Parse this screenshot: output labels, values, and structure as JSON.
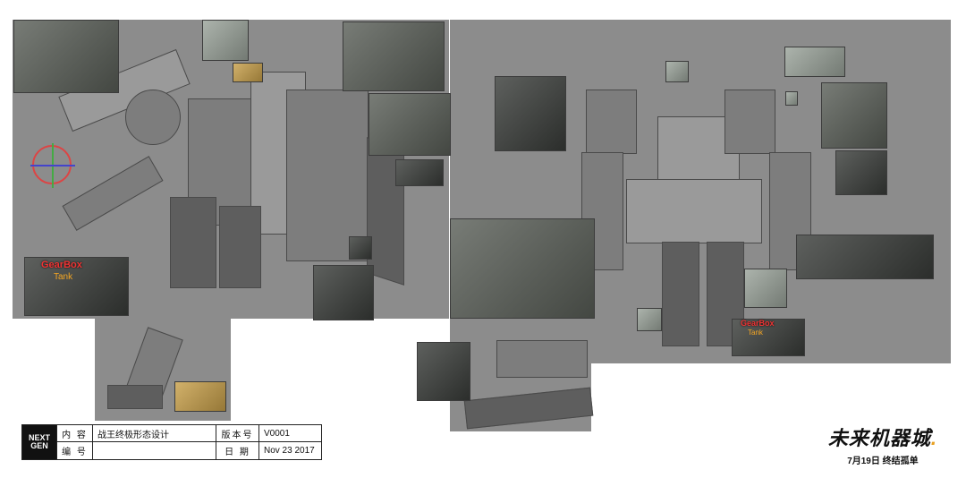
{
  "info_table": {
    "logo_line1": "NEXT",
    "logo_line2": "GEN",
    "content_label": "内 容",
    "content_value": "战王终极形态设计",
    "version_label": "版本号",
    "version_value": "V0001",
    "number_label": "编 号",
    "number_value": "",
    "date_label": "日 期",
    "date_value": "Nov 23 2017"
  },
  "brand": {
    "title": "未来机器城",
    "subtitle": "7月19日 终结孤单"
  },
  "reference_labels": {
    "left_gearbox": "GearBox",
    "left_tank": "Tank",
    "right_gearbox": "GearBox",
    "right_tank": "Tank"
  }
}
